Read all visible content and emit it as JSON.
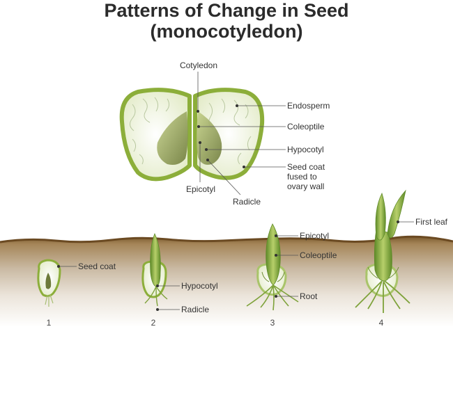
{
  "title": {
    "line1": "Patterns of Change in Seed",
    "line2": "(monocotyledon)"
  },
  "seed_labels": {
    "cotyledon": "Cotyledon",
    "endosperm": "Endosperm",
    "coleoptile": "Coleoptile",
    "hypocotyl": "Hypocotyl",
    "seed_coat_1": "Seed coat",
    "seed_coat_2": "fused to",
    "seed_coat_3": "ovary wall",
    "epicotyl": "Epicotyl",
    "radicle": "Radicle"
  },
  "stages": [
    {
      "number": "1",
      "labels": [
        "Seed coat"
      ]
    },
    {
      "number": "2",
      "labels": [
        "Hypocotyl",
        "Radicle"
      ]
    },
    {
      "number": "3",
      "labels": [
        "Epicotyl",
        "Coleoptile",
        "Root"
      ]
    },
    {
      "number": "4",
      "labels": [
        "First leaf"
      ]
    }
  ],
  "colors": {
    "soil_top": "#8a6a3c",
    "seed_outline": "#8cae3a",
    "plant_green": "#7ea23a",
    "seed_fill": "#e9f0d0"
  }
}
